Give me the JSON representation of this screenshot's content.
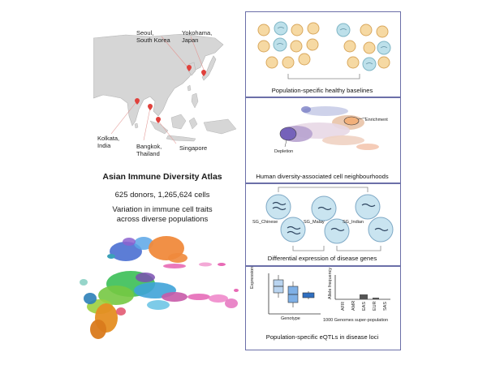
{
  "cities": {
    "seoul": "Seoul,\nSouth Korea",
    "yokohama": "Yokohama,\nJapan",
    "kolkata": "Kolkata,\nIndia",
    "bangkok": "Bangkok,\nThailand",
    "singapore": "Singapore"
  },
  "atlas": {
    "title": "Asian Immune Diversity Atlas",
    "counts": "625 donors, 1,265,624 cells",
    "tagline": "Variation in immune cell traits\nacross diverse populations"
  },
  "panels": {
    "baselines": {
      "caption": "Population-specific healthy baselines"
    },
    "neighbourhoods": {
      "caption": "Human diversity-associated cell neighbourhoods",
      "enrichment": "Enrichment",
      "depletion": "Depletion"
    },
    "expression": {
      "caption": "Differential expression of disease genes",
      "groups": [
        "SG_Chinese",
        "SG_Malay",
        "SG_Indian"
      ]
    },
    "eqtl": {
      "caption": "Population-specific eQTLs in disease loci",
      "ylabel": "Expression",
      "xlabel": "Genotype",
      "allele_label": "Allele frequency",
      "populations": [
        "AFR",
        "AMR",
        "EAS",
        "EUR",
        "SAS"
      ],
      "pop_axis": "1000 Genomes super-population"
    }
  },
  "colors": {
    "panel_border": "#6b6fa8",
    "marker": "#e0413c",
    "cell_yellow": "#f6d9a3",
    "cell_blue": "#bde0ea",
    "box_blue": "#2f6fc0"
  }
}
